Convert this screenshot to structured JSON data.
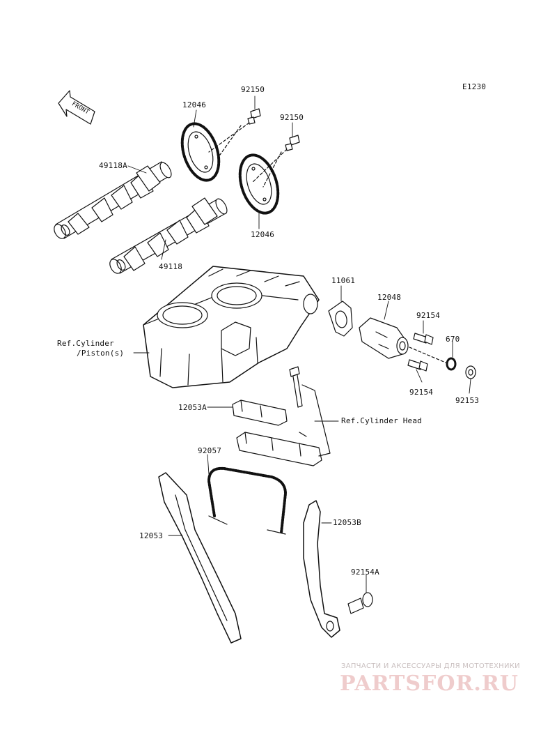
{
  "diagram": {
    "code": "E1230",
    "front_label": "FRONT",
    "parts": {
      "p92150_a": "92150",
      "p12046_a": "12046",
      "p92150_b": "92150",
      "p49118A": "49118A",
      "p12046_b": "12046",
      "p49118": "49118",
      "p11061": "11061",
      "p12048": "12048",
      "p92154_a": "92154",
      "p670": "670",
      "p92154_b": "92154",
      "p92153": "92153",
      "p12053A": "12053A",
      "p92057": "92057",
      "p12053B": "12053B",
      "p12053": "12053",
      "p92154A": "92154A"
    },
    "refs": {
      "cylinder_line1": "Ref.Cylinder",
      "cylinder_line2": "/Piston(s)",
      "cylinder_head": "Ref.Cylinder Head"
    }
  },
  "watermark": {
    "tagline": "ЗАПЧАСТИ И АКСЕССУАРЫ ДЛЯ МОТОТЕХНИКИ",
    "logo": "PARTSFOR.RU"
  },
  "colors": {
    "line": "#111111",
    "watermark": "#e9b8b8",
    "background": "#ffffff"
  }
}
